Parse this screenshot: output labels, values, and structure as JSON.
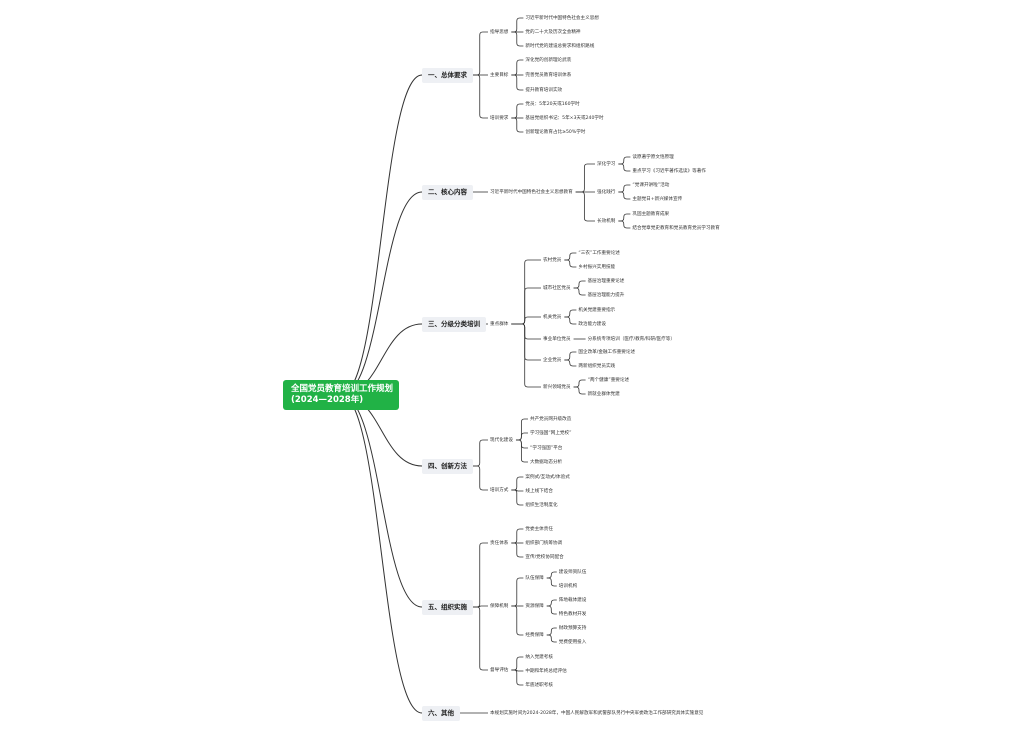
{
  "root": {
    "line1": "全国党员教育培训工作规划",
    "line2": "(2024—2028年)"
  },
  "sections": [
    {
      "title": "一、总体要求",
      "groups": [
        {
          "label": "指导思想",
          "items": [
            "习近平新时代中国特色社会主义思想",
            "党的二十大及历次全会精神",
            "新时代党的建设总要求和组织路线"
          ]
        },
        {
          "label": "主要目标",
          "items": [
            "深化党的创新理论武装",
            "完善党员教育培训体系",
            "提升教育培训实效"
          ]
        },
        {
          "label": "培训要求",
          "items": [
            "党员：5年20天或160学时",
            "基层党组织书记：5年×3天或240学时",
            "创新理论教育占比≥50%学时"
          ]
        }
      ]
    },
    {
      "title": "二、核心内容",
      "lead": "习近平新时代中国特色社会主义思想教育",
      "groups": [
        {
          "label": "深化学习",
          "items": [
            "读原著学原文悟原理",
            "重点学习《习近平著作选读》等著作"
          ]
        },
        {
          "label": "强化践行",
          "items": [
            "“党课开讲啦”活动",
            "主题党日+新兴媒体宣传"
          ]
        },
        {
          "label": "长效机制",
          "items": [
            "巩固主题教育成果",
            "结合党章党史教育和党员教育党员学习教育"
          ]
        }
      ]
    },
    {
      "title": "三、分级分类培训",
      "lead": "重点群体",
      "groups": [
        {
          "label": "农村党员",
          "items": [
            "“三农”工作重要论述",
            "乡村振兴实用技能"
          ]
        },
        {
          "label": "城市社区党员",
          "items": [
            "基层治理重要论述",
            "基层治理能力提升"
          ]
        },
        {
          "label": "机关党员",
          "items": [
            "机关党建重要指示",
            "政治能力建设"
          ]
        },
        {
          "label": "事业单位党员",
          "items": [
            "分系统专项培训（医疗/教育/科研/医疗等）"
          ]
        },
        {
          "label": "企业党员",
          "items": [
            "国企改革/金融工作重要论述",
            "两新组织党员实践"
          ]
        },
        {
          "label": "新兴领域党员",
          "items": [
            "“两个健康”重要论述",
            "新就业群体党建"
          ]
        }
      ]
    },
    {
      "title": "四、创新方法",
      "groups": [
        {
          "label": "现代化建设",
          "items": [
            "共产党员网升级改造",
            "学习强国“网上党校”",
            "“学习强国”平台",
            "大数据动态分析"
          ]
        },
        {
          "label": "培训方式",
          "items": [
            "案例式/互动式/体验式",
            "线上线下结合",
            "组织生活制度化"
          ]
        }
      ]
    },
    {
      "title": "五、组织实施",
      "groups": [
        {
          "label": "责任体系",
          "items": [
            "党委主体责任",
            "组织部门统筹协调",
            "宣传/党校协同配合"
          ]
        },
        {
          "label": "保障机制",
          "sub": [
            {
              "label": "队伍保障",
              "items": [
                "建设师资队伍",
                "培训机构"
              ]
            },
            {
              "label": "资源保障",
              "items": [
                "阵地载体建设",
                "特色教材开发"
              ]
            },
            {
              "label": "经费保障",
              "items": [
                "财政预算支持",
                "党费使用投入"
              ]
            }
          ]
        },
        {
          "label": "督导评估",
          "items": [
            "纳入党建考核",
            "中期和年终总结评估",
            "年底述职考核"
          ]
        }
      ]
    },
    {
      "title": "六、其他",
      "lead": "本规划实施时间为2024-2028年，中国人民解放军和武警部队另行中央军委政治工作部研究具体实施意见"
    }
  ],
  "colors": {
    "root_bg": "#21b246",
    "root_text": "#ffffff",
    "main_bg": "#eef0f4",
    "line": "#333333"
  }
}
